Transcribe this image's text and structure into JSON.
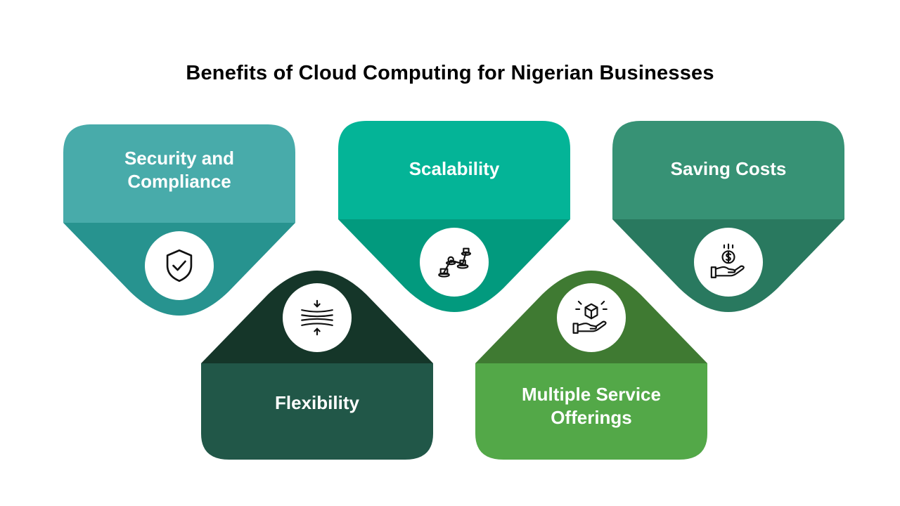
{
  "title": "Benefits of Cloud Computing for Nigerian Businesses",
  "cards": [
    {
      "label": "Security and\nCompliance",
      "icon": "shield-check-icon",
      "colors": {
        "top": "#48ABAA",
        "bottom": "#27938F"
      }
    },
    {
      "label": "Scalability",
      "icon": "scaling-network-icon",
      "colors": {
        "top": "#04B497",
        "bottom": "#029A7E"
      }
    },
    {
      "label": "Saving Costs",
      "icon": "hand-dollar-icon",
      "colors": {
        "top": "#379275",
        "bottom": "#29795F"
      }
    },
    {
      "label": "Flexibility",
      "icon": "compress-arrows-icon",
      "colors": {
        "top": "#153629",
        "bottom": "#215748"
      }
    },
    {
      "label": "Multiple Service\nOfferings",
      "icon": "hand-box-icon",
      "colors": {
        "top": "#3F7A32",
        "bottom": "#53A848"
      }
    }
  ]
}
